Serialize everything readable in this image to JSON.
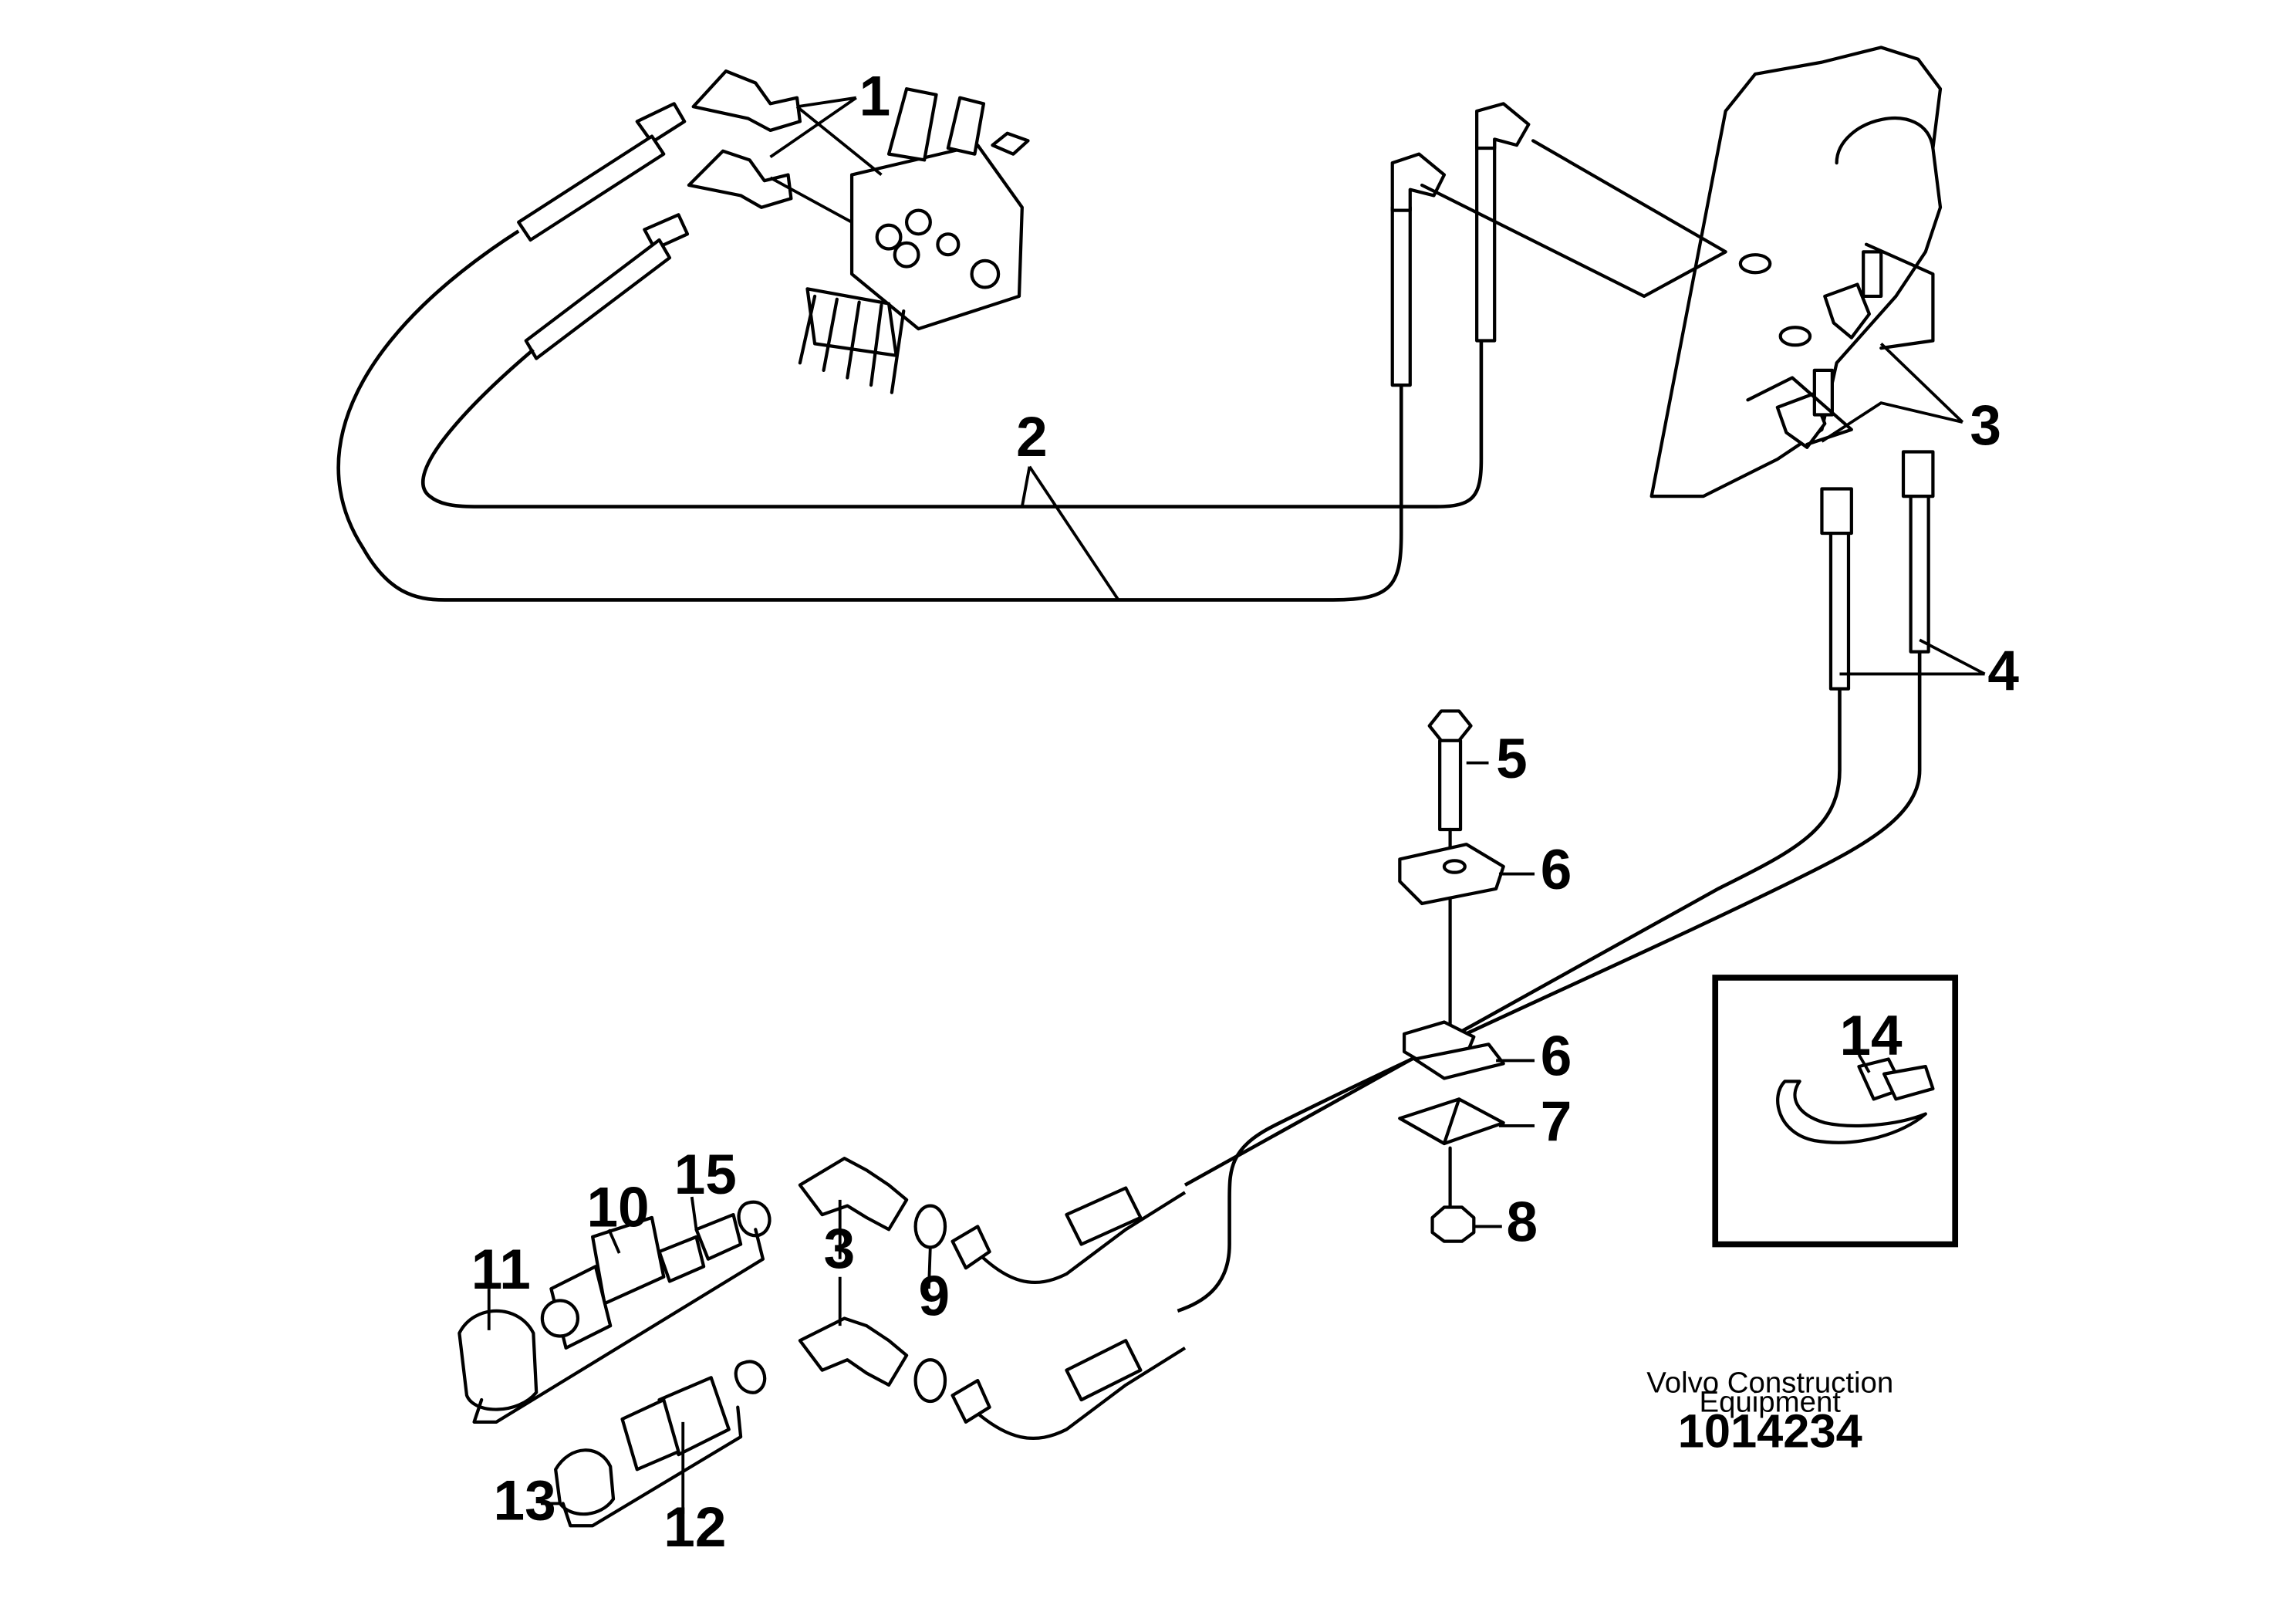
{
  "callouts": [
    "1",
    "2",
    "3",
    "3",
    "4",
    "5",
    "6",
    "6",
    "7",
    "8",
    "9",
    "10",
    "11",
    "12",
    "13",
    "14",
    "15"
  ],
  "credit": {
    "line1": "Volvo Construction",
    "line2": "Equipment"
  },
  "part_number": "1014234"
}
